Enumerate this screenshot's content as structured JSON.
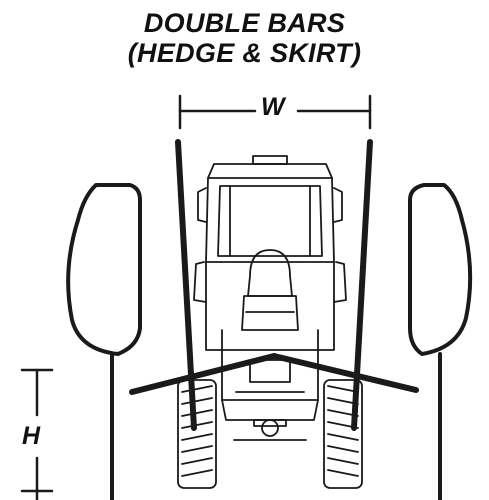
{
  "title": {
    "line1": "DOUBLE BARS",
    "line2": "(HEDGE & SKIRT)"
  },
  "dimensions": {
    "width_label": "W",
    "height_label": "H"
  },
  "colors": {
    "line": "#1a1a1a",
    "background": "#ffffff"
  }
}
